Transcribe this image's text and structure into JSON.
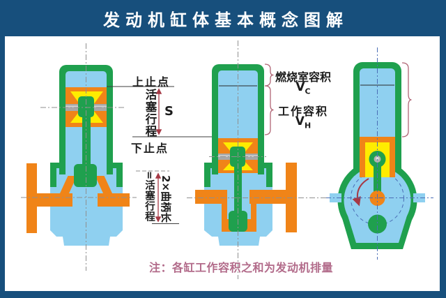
{
  "title": "发动机缸体基本概念图解",
  "labels": {
    "tdc": "上止点",
    "stroke": "活塞行程",
    "s": "S",
    "bdc": "下止点",
    "stroke_eq": "=活塞行程",
    "crank": "2×曲柄长",
    "vc_name": "燃烧室容积",
    "vc_v": "V",
    "vc_sub": "C",
    "vh_name": "工作容积",
    "vh_v": "V",
    "vh_sub": "H"
  },
  "note": "注：各缸工作容积之和为发动机排量",
  "colors": {
    "frame_navy": "#174f7c",
    "part_green": "#1fa04e",
    "bore_blue": "#8fd0f0",
    "part_orange": "#f08418",
    "part_yellow": "#ffec00",
    "pin_gray": "#a8a8a8",
    "dimension_red": "#a63a46",
    "brace_pink": "#b06575",
    "note_pink": "#b26b8a",
    "title_white": "#ffffff",
    "label_black": "#1c1c1c"
  }
}
